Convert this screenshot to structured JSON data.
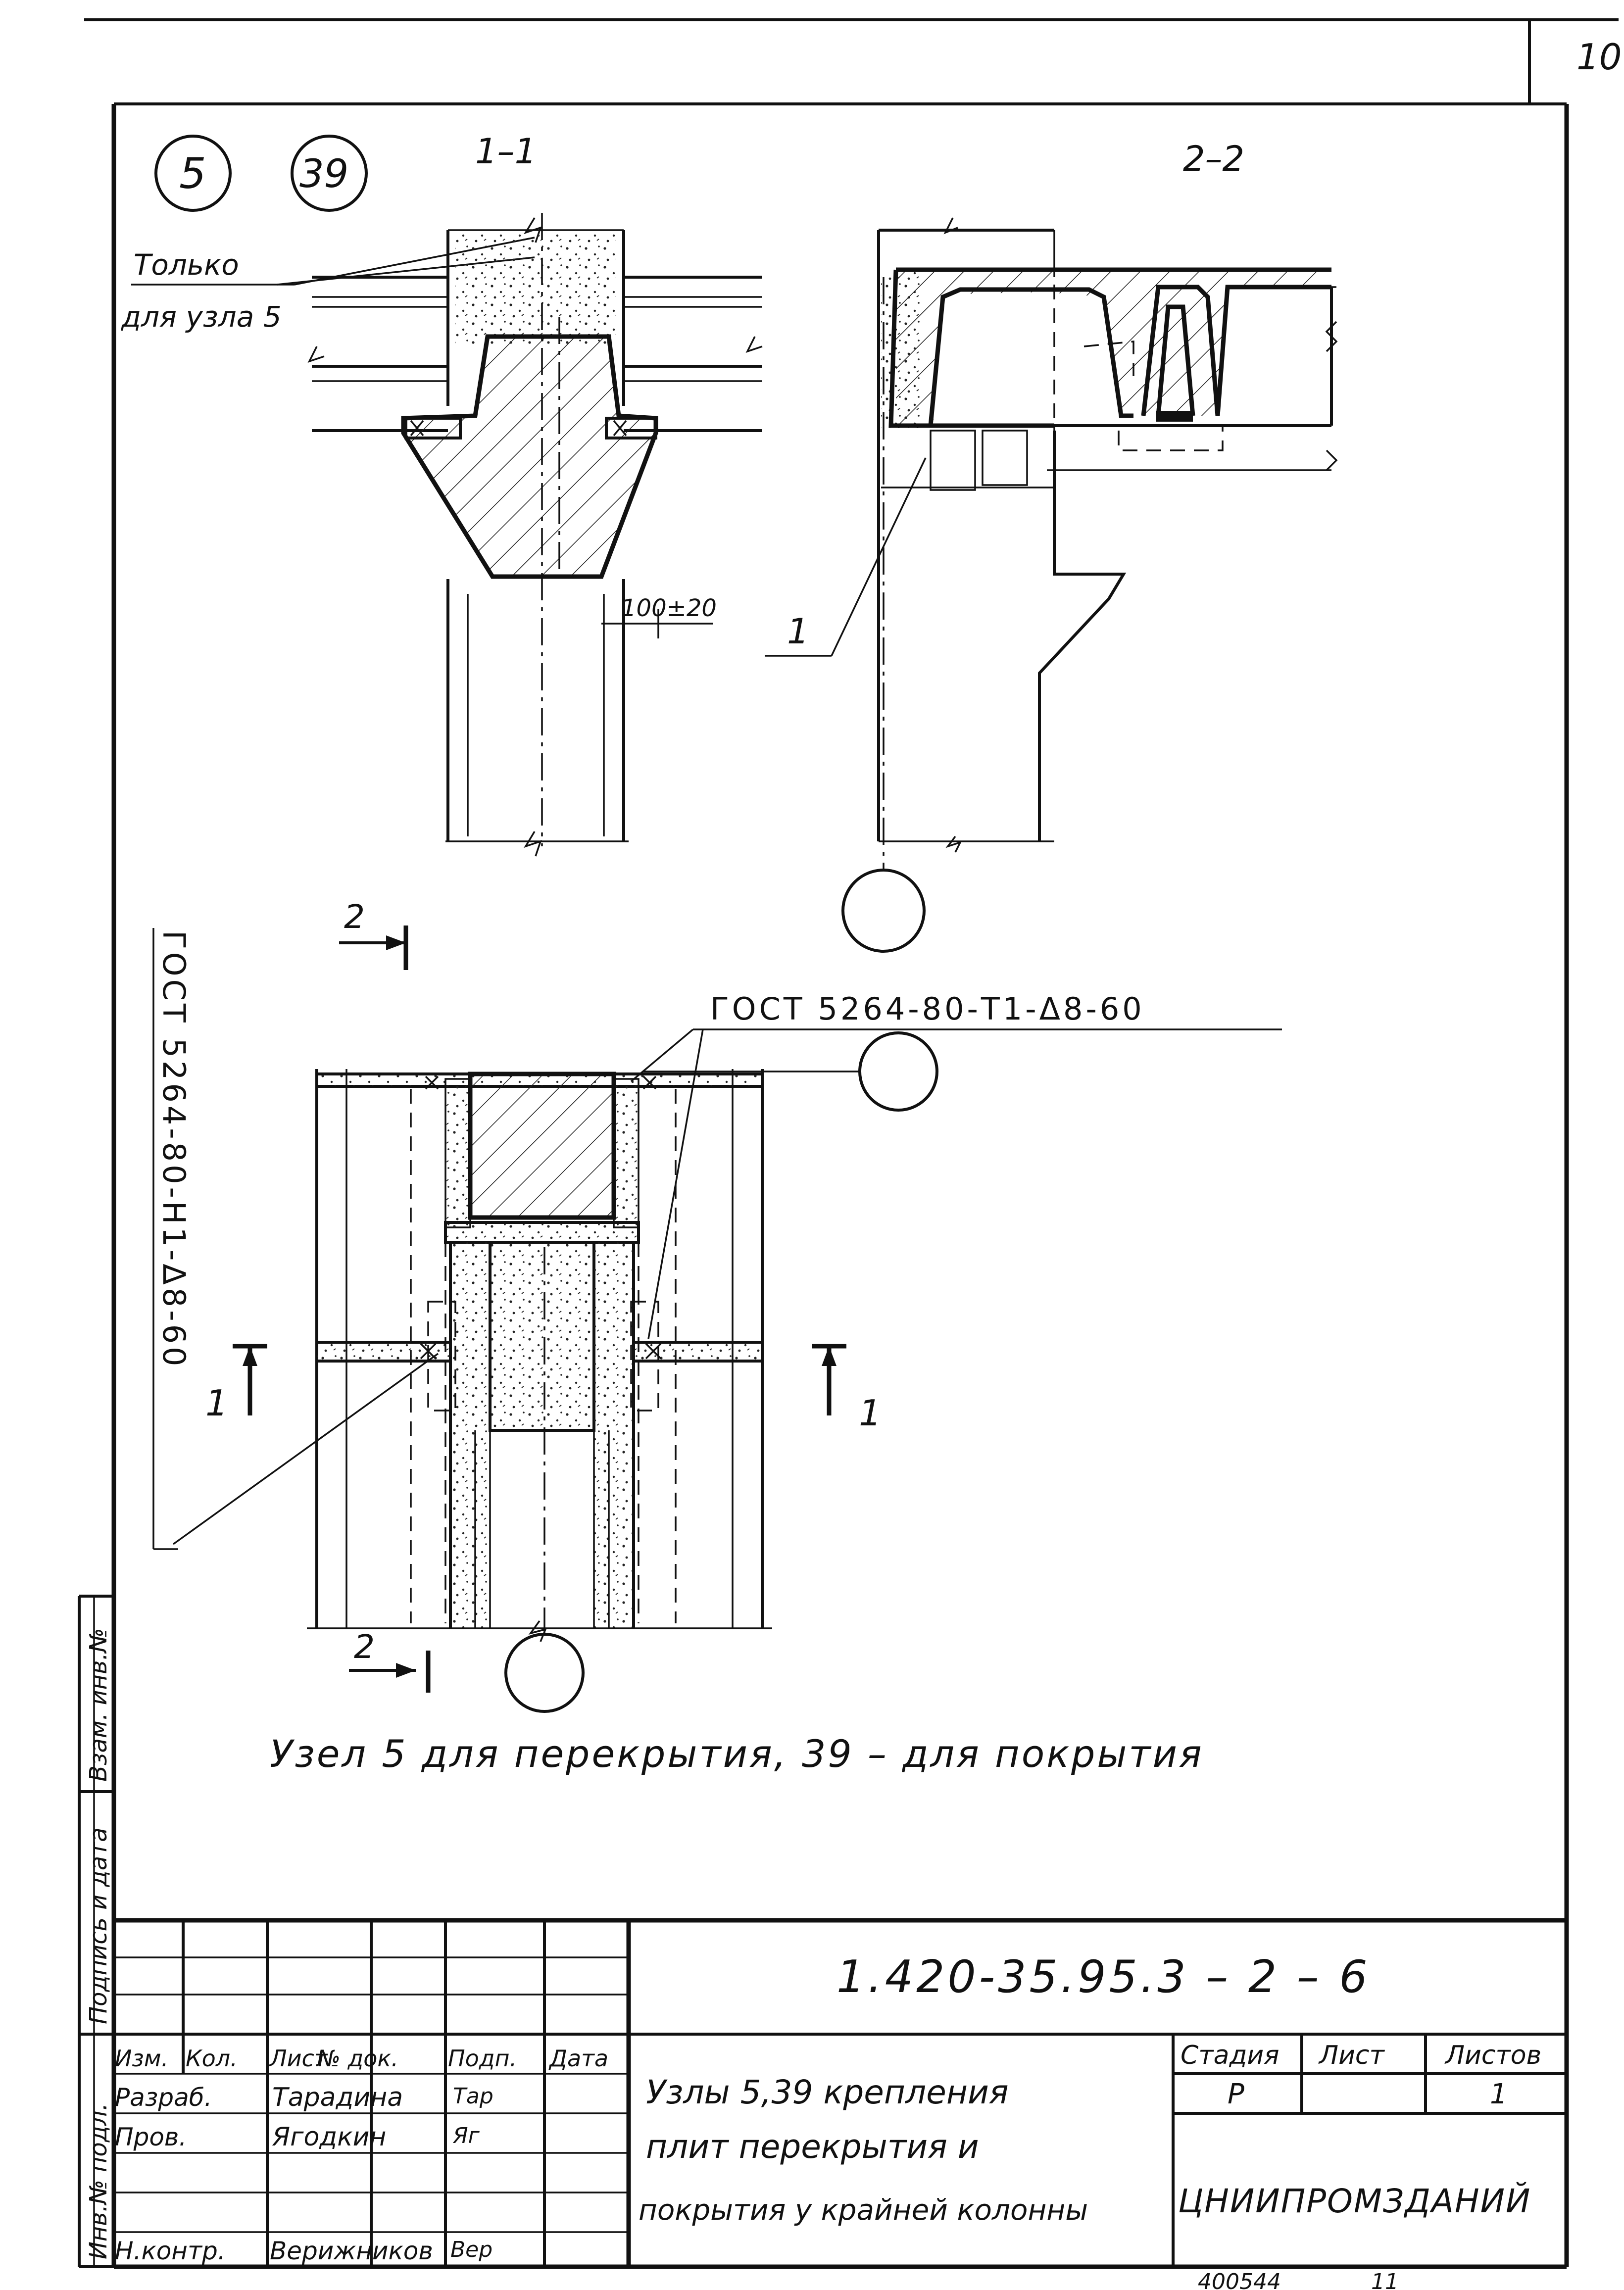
{
  "sheet_number": "10",
  "node_circles": [
    "5",
    "39"
  ],
  "note_only_node5": [
    "Только",
    "для узла 5"
  ],
  "sections": {
    "sec1": "1–1",
    "sec2": "2–2",
    "cut2_top": "2",
    "cut2_bottom": "2",
    "cut1_left": "1",
    "cut1_right": "1"
  },
  "dimension_100": "100±20",
  "item_callout": "1",
  "gost_top": "ГОСТ 5264-80-Т1-Δ8-60",
  "gost_vertical": "ГОСТ 5264-80-Н1-Δ8-60",
  "caption": "Узел 5 для перекрытия, 39 – для покрытия",
  "side_stamp": {
    "inv_replace": "Взам. инв.№",
    "sign_date": "Подпись и дата",
    "inv_orig": "Инв.№ подл."
  },
  "title_block": {
    "doc_code": "1.420-35.95.3 – 2 – 6",
    "headers": [
      "Изм.",
      "Кол.",
      "Лист",
      "№ док.",
      "Подп.",
      "Дата"
    ],
    "rows": [
      {
        "role": "Разраб.",
        "name": "Тарадина",
        "sign": "Тар"
      },
      {
        "role": "Пров.",
        "name": "Ягодкин",
        "sign": "Яг"
      },
      {
        "role": "",
        "name": "",
        "sign": ""
      },
      {
        "role": "Н.контр.",
        "name": "Верижников",
        "sign": "Вер"
      }
    ],
    "title_lines": [
      "Узлы 5,39 крепления",
      "плит перекрытия и",
      "покрытия у крайней колонны"
    ],
    "stage_label": "Стадия",
    "sheet_label": "Лист",
    "sheets_label": "Листов",
    "stage_value": "Р",
    "sheets_value": "1",
    "organization": "ЦНИИПРОМЗДАНИЙ"
  },
  "archive_number": "400544",
  "archive_suffix": "11"
}
